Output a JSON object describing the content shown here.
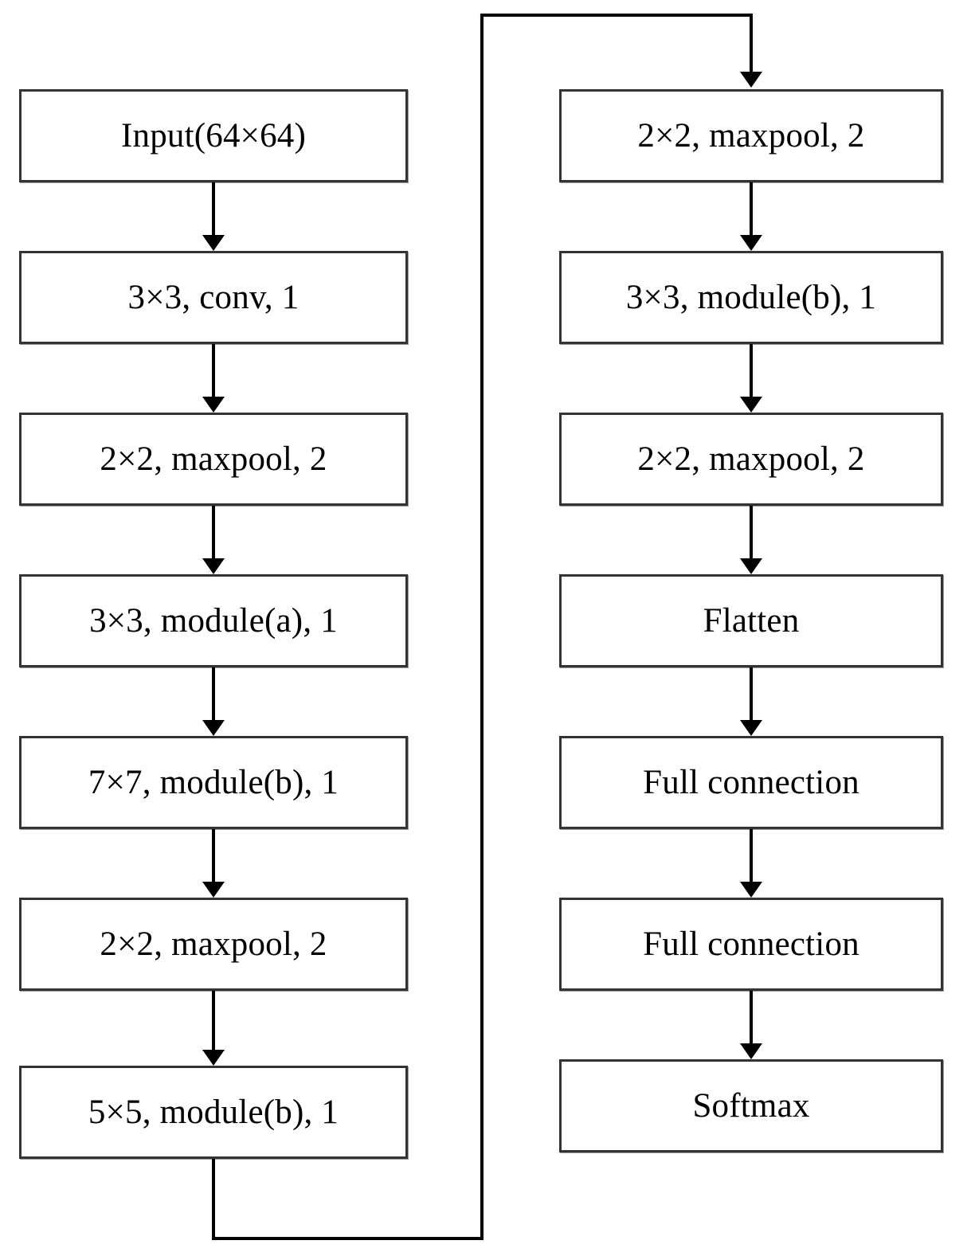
{
  "diagram": {
    "title": "CNN architecture flowchart",
    "background_color": "#ffffff",
    "box_border_color": "#333333",
    "arrow_color": "#000000",
    "text_color": "#000000",
    "left_column": [
      {
        "label": "Input(64×64)"
      },
      {
        "label": "3×3, conv, 1"
      },
      {
        "label": "2×2, maxpool, 2"
      },
      {
        "label": "3×3, module(a), 1"
      },
      {
        "label": "7×7, module(b), 1"
      },
      {
        "label": "2×2, maxpool, 2"
      },
      {
        "label": "5×5, module(b), 1"
      }
    ],
    "right_column": [
      {
        "label": "2×2, maxpool, 2"
      },
      {
        "label": "3×3, module(b), 1"
      },
      {
        "label": "2×2, maxpool, 2"
      },
      {
        "label": "Flatten"
      },
      {
        "label": "Full connection"
      },
      {
        "label": "Full connection"
      },
      {
        "label": "Softmax"
      }
    ],
    "connector": {
      "name": "column-wrap-connector",
      "description": "Routes from the bottom of the last left-column block around to the top of the first right-column block"
    }
  }
}
